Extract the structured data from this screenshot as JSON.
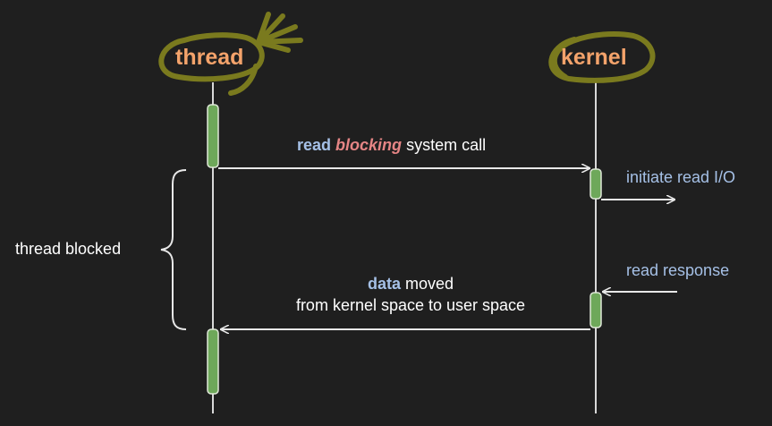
{
  "participants": {
    "thread": "thread",
    "kernel": "kernel"
  },
  "messages": {
    "call": {
      "keyword": "read",
      "emphasis": "blocking",
      "rest": "system call"
    },
    "return": {
      "keyword": "data",
      "rest": "moved",
      "line2": "from kernel space to user space"
    }
  },
  "notes": {
    "initiate": "initiate read I/O",
    "response": "read response",
    "blocked": "thread blocked"
  },
  "colors": {
    "background": "#1f1f1f",
    "title": "#f4a36b",
    "accent_blue": "#a5c0e6",
    "accent_red": "#e58585",
    "activation": "#6ea85a",
    "highlight": "#7a7a1e"
  }
}
